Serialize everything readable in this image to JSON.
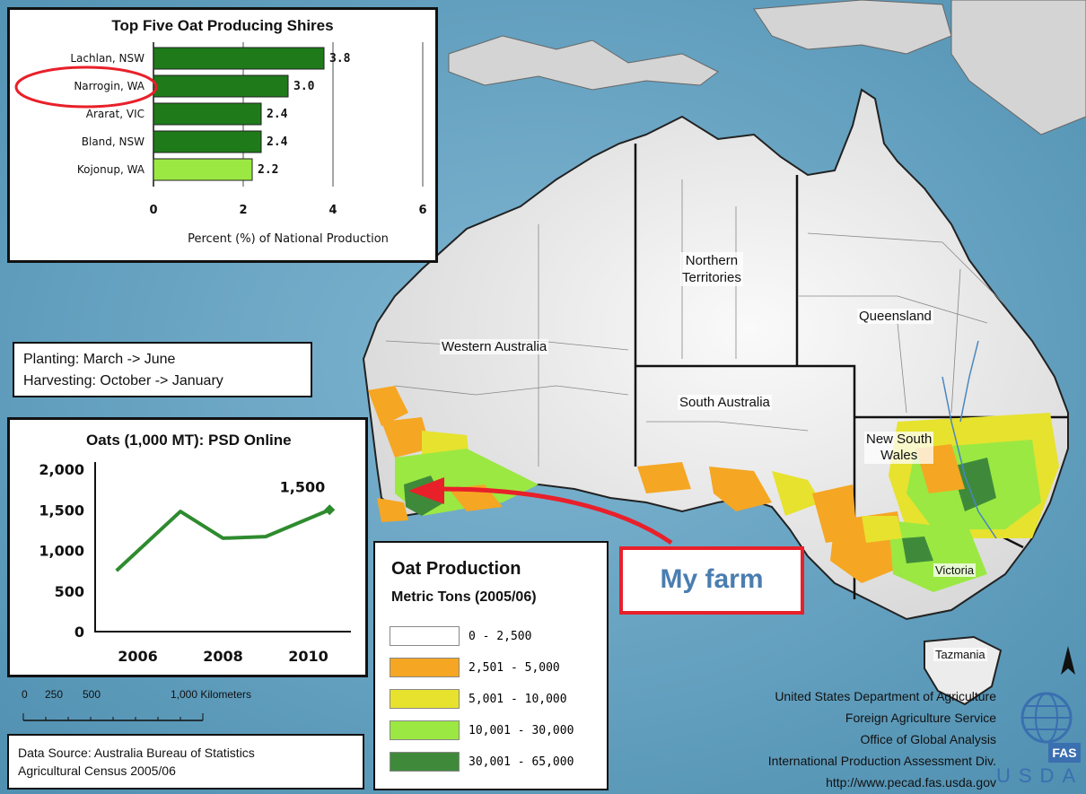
{
  "bar_chart": {
    "title": "Top Five Oat Producing Shires",
    "categories": [
      "Lachlan, NSW",
      "Narrogin, WA",
      "Ararat, VIC",
      "Bland, NSW",
      "Kojonup, WA"
    ],
    "values": [
      3.8,
      3.0,
      2.4,
      2.4,
      2.2
    ],
    "value_labels": [
      "3.8",
      "3.0",
      "2.4",
      "2.4",
      "2.2"
    ],
    "bar_colors": [
      "#1f7a1a",
      "#1f7a1a",
      "#1f7a1a",
      "#1f7a1a",
      "#9be843"
    ],
    "xticks": [
      "0",
      "2",
      "4",
      "6"
    ],
    "xlabel": "Percent (%) of National Production",
    "highlighted": "Narrogin, WA"
  },
  "season_box": {
    "planting": "Planting: March -> June",
    "harvesting": "Harvesting: October -> January"
  },
  "line_chart": {
    "title": "Oats (1,000 MT): PSD Online",
    "yticks": [
      "2,000",
      "1,500",
      "1,000",
      "500",
      "0"
    ],
    "xticks": [
      "2006",
      "2008",
      "2010"
    ],
    "end_label": "1,500",
    "line_color": "#2e8b2e"
  },
  "chart_data": [
    {
      "type": "bar",
      "title": "Top Five Oat Producing Shires",
      "categories": [
        "Lachlan, NSW",
        "Narrogin, WA",
        "Ararat, VIC",
        "Bland, NSW",
        "Kojonup, WA"
      ],
      "values": [
        3.8,
        3.0,
        2.4,
        2.4,
        2.2
      ],
      "xlabel": "Percent (%) of National Production",
      "xlim": [
        0,
        6
      ],
      "grid": true
    },
    {
      "type": "line",
      "title": "Oats (1,000 MT): PSD Online",
      "x": [
        2005.5,
        2007,
        2008,
        2009,
        2010.5
      ],
      "values": [
        750,
        1480,
        1150,
        1170,
        1500
      ],
      "ylim": [
        0,
        2000
      ],
      "xticks": [
        2006,
        2008,
        2010
      ]
    }
  ],
  "scale_bar": {
    "labels": [
      "0",
      "250",
      "500",
      "1,000 Kilometers"
    ]
  },
  "data_source": {
    "line1": "Data Source: Australia Bureau of Statistics",
    "line2": "Agricultural Census 2005/06"
  },
  "legend": {
    "title": "Oat Production",
    "subtitle": "Metric Tons (2005/06)",
    "items": [
      {
        "label": "0 - 2,500",
        "color": "#ffffff"
      },
      {
        "label": "2,501 - 5,000",
        "color": "#f5a623"
      },
      {
        "label": "5,001 - 10,000",
        "color": "#e6e22e"
      },
      {
        "label": "10,001 - 30,000",
        "color": "#9be843"
      },
      {
        "label": "30,001 - 65,000",
        "color": "#3f8a3a"
      }
    ]
  },
  "callout": {
    "text": "My farm",
    "color": "#e8202a"
  },
  "regions": {
    "nt": [
      "Northern",
      "Territories"
    ],
    "qld": "Queensland",
    "wa": "Western Australia",
    "sa": "South Australia",
    "nsw": [
      "New South",
      "Wales"
    ],
    "vic": "Victoria",
    "tas": "Tazmania"
  },
  "credits": {
    "lines": [
      "United States Department of Agriculture",
      "Foreign Agriculture Service",
      "Office of Global Analysis",
      "International Production Assessment Div.",
      "http://www.pecad.fas.usda.gov"
    ],
    "logo_text": "USDA",
    "logo_badge": "FAS"
  },
  "colors": {
    "ocean": "#5e9dbd",
    "land": "#ececec",
    "border": "#111111"
  }
}
